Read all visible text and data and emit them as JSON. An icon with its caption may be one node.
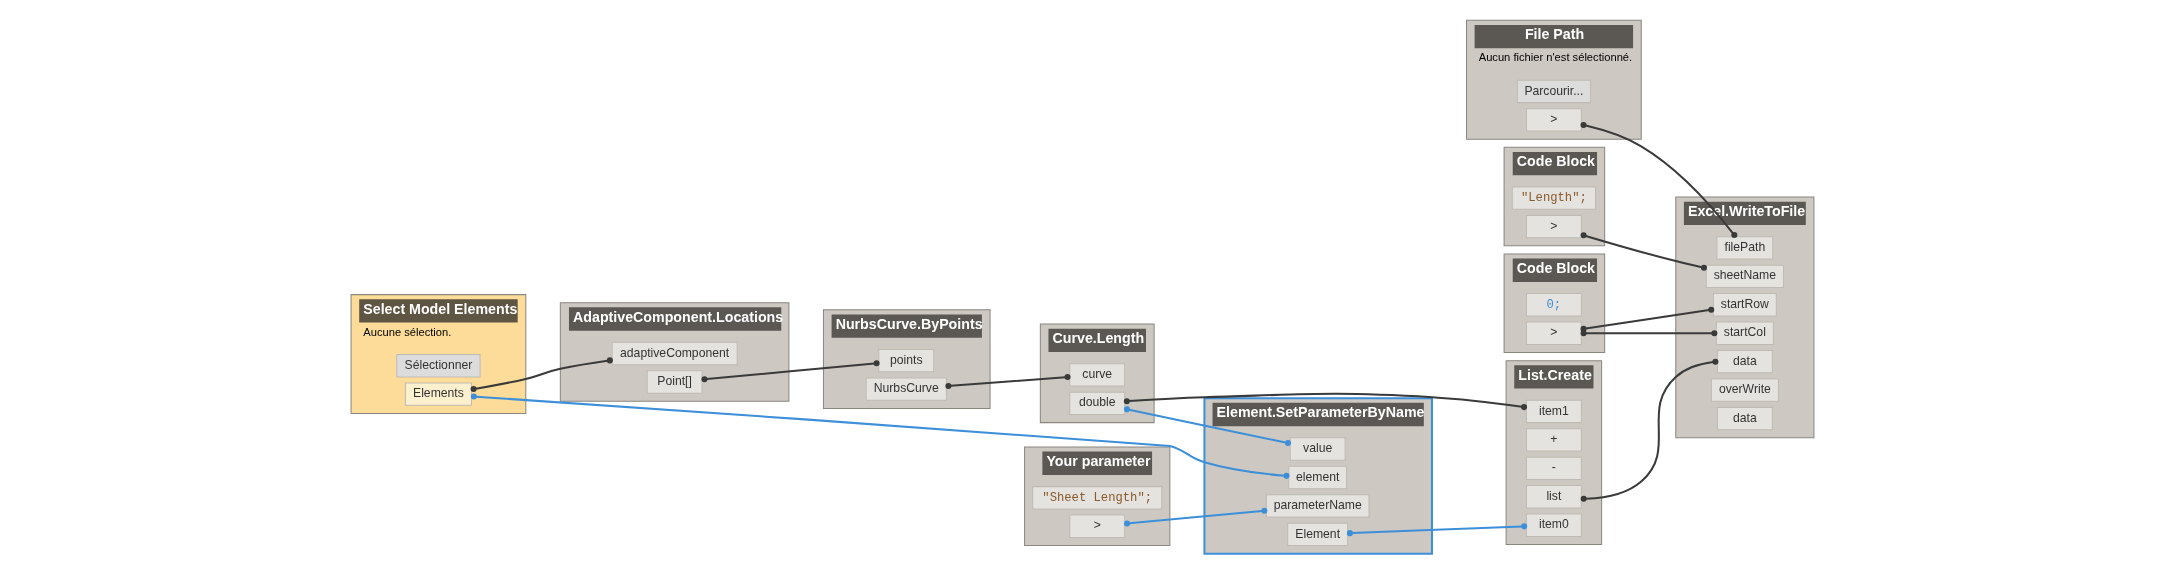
{
  "diagram": {
    "nodes": [
      {
        "text": [
          "File Path",
          "Aucun fichier n'est sélectionné."
        ]
      },
      {
        "text": [
          "Parcourir..."
        ],
        "in": 0
      },
      {
        "text": [
          ">"
        ],
        "in": 0
      },
      {
        "text": [
          "Code Block"
        ]
      },
      {
        "text": [
          "\"Length\";"
        ],
        "in": 3
      },
      {
        "text": [
          ">"
        ],
        "in": 3
      },
      {
        "text": [
          "Excel.WriteToFile"
        ]
      },
      {
        "text": [
          "filePath"
        ],
        "in": 6
      },
      {
        "text": [
          "sheetName"
        ],
        "in": 6
      },
      {
        "text": [
          "startRow"
        ],
        "in": 6
      },
      {
        "text": [
          "startCol"
        ],
        "in": 6
      },
      {
        "text": [
          "data"
        ],
        "in": 6
      },
      {
        "text": [
          "overWrite"
        ],
        "in": 6
      },
      {
        "text": [
          "data"
        ],
        "in": 6
      },
      {
        "text": [
          "Code Block"
        ]
      },
      {
        "text": [
          "0;"
        ],
        "in": 14
      },
      {
        "text": [
          ">"
        ],
        "in": 14
      },
      {
        "text": [
          "AdaptiveComponent.Locations"
        ]
      },
      {
        "text": [
          "adaptiveComponent"
        ],
        "in": 17
      },
      {
        "text": [
          "Point[]"
        ],
        "in": 17
      },
      {
        "text": [
          "NurbsCurve.ByPoints"
        ]
      },
      {
        "text": [
          "points"
        ],
        "in": 20
      },
      {
        "text": [
          "NurbsCurve"
        ],
        "in": 20
      },
      {
        "text": [
          "Curve.Length"
        ]
      },
      {
        "text": [
          "curve"
        ],
        "in": 23
      },
      {
        "text": [
          "double"
        ],
        "in": 23
      },
      {
        "text": [
          "List.Create"
        ]
      },
      {
        "text": [
          "item0"
        ],
        "in": 26
      },
      {
        "text": [
          "+"
        ],
        "in": 26
      },
      {
        "text": [
          "-"
        ],
        "in": 26
      },
      {
        "text": [
          "list"
        ],
        "in": 26
      },
      {
        "text": [
          "item1"
        ],
        "in": 26
      },
      {
        "text": [
          "Select Model Elements",
          "Aucune sélection."
        ]
      },
      {
        "text": [
          "Sélectionner"
        ],
        "in": 32
      },
      {
        "text": [
          "Elements"
        ],
        "in": 32
      },
      {
        "text": [
          "Element.SetParameterByName"
        ]
      },
      {
        "text": [
          "element"
        ],
        "in": 35
      },
      {
        "text": [
          "parameterName"
        ],
        "in": 35
      },
      {
        "text": [
          "value"
        ],
        "in": 35
      },
      {
        "text": [
          "Element"
        ],
        "in": 35
      },
      {
        "text": [
          "Your parameter"
        ]
      },
      {
        "text": [
          "\"Sheet Length\";"
        ],
        "in": 40
      },
      {
        "text": [
          ">"
        ],
        "in": 40
      }
    ],
    "edges": [
      {
        "from": 2,
        "to": 7,
        "arrow": "other"
      },
      {
        "from": 5,
        "to": 8,
        "arrow": "other"
      },
      {
        "from": 16,
        "to": 9,
        "arrow": "other"
      },
      {
        "from": 16,
        "to": 10,
        "arrow": "other"
      },
      {
        "from": 30,
        "to": 11,
        "arrow": "other"
      },
      {
        "from": 34,
        "to": 18,
        "arrow": "other"
      },
      {
        "from": 19,
        "to": 21,
        "arrow": "other"
      },
      {
        "from": 22,
        "to": 24,
        "arrow": "other"
      },
      {
        "from": 25,
        "to": 31,
        "arrow": "other"
      },
      {
        "from": 34,
        "to": 36,
        "arrow": "other",
        "color": "#3c8fd8"
      },
      {
        "from": 25,
        "to": 38,
        "arrow": "other",
        "color": "#3c8fd8"
      },
      {
        "from": 42,
        "to": 37,
        "arrow": "other",
        "color": "#3c8fd8"
      },
      {
        "from": 39,
        "to": 27,
        "arrow": "other",
        "color": "#3c8fd8"
      }
    ]
  }
}
